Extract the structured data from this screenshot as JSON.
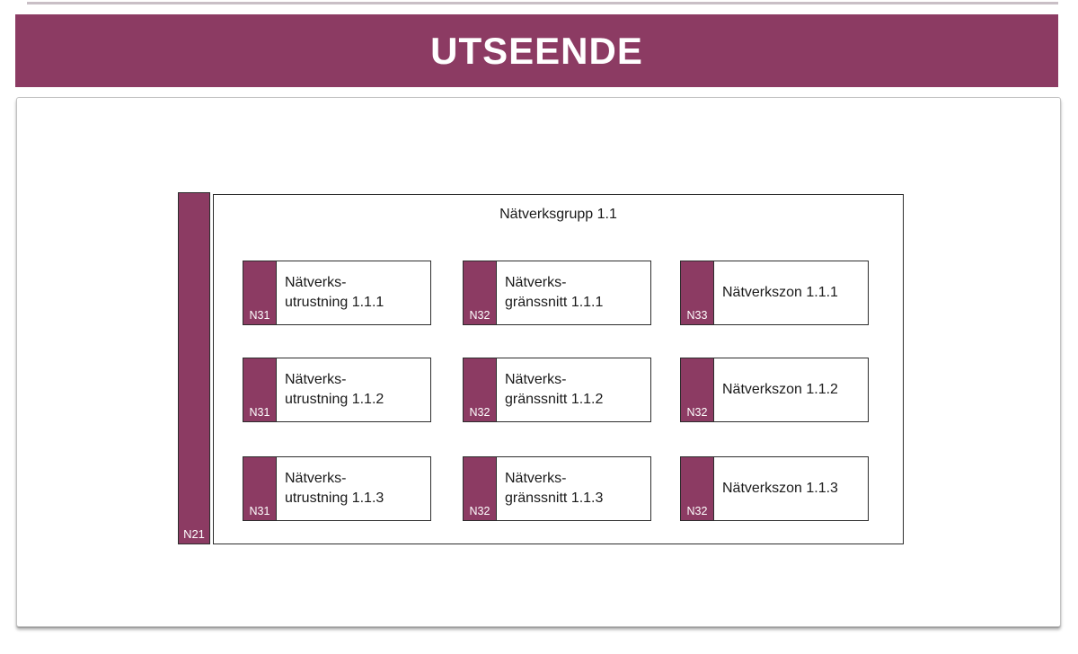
{
  "header": {
    "title": "UTSEENDE"
  },
  "colors": {
    "accent": "#8c3b63",
    "box_border": "#2d2d2d",
    "slide_border": "#c2c2c2",
    "banner_text": "#ffffff",
    "body_text": "#1a1a1a"
  },
  "diagram": {
    "group_title": "Nätverksgrupp 1.1",
    "trunk_tag": "N21",
    "items": [
      {
        "tag": "N31",
        "line1": "Nätverks-",
        "line2": "utrustning 1.1.1"
      },
      {
        "tag": "N32",
        "line1": "Nätverks-",
        "line2": "gränssnitt 1.1.1"
      },
      {
        "tag": "N33",
        "line1": "Nätverkszon 1.1.1",
        "line2": ""
      },
      {
        "tag": "N31",
        "line1": "Nätverks-",
        "line2": "utrustning 1.1.2"
      },
      {
        "tag": "N32",
        "line1": "Nätverks-",
        "line2": "gränssnitt 1.1.2"
      },
      {
        "tag": "N32",
        "line1": "Nätverkszon 1.1.2",
        "line2": ""
      },
      {
        "tag": "N31",
        "line1": "Nätverks-",
        "line2": "utrustning 1.1.3"
      },
      {
        "tag": "N32",
        "line1": "Nätverks-",
        "line2": "gränssnitt 1.1.3"
      },
      {
        "tag": "N32",
        "line1": "Nätverkszon 1.1.3",
        "line2": ""
      }
    ]
  }
}
